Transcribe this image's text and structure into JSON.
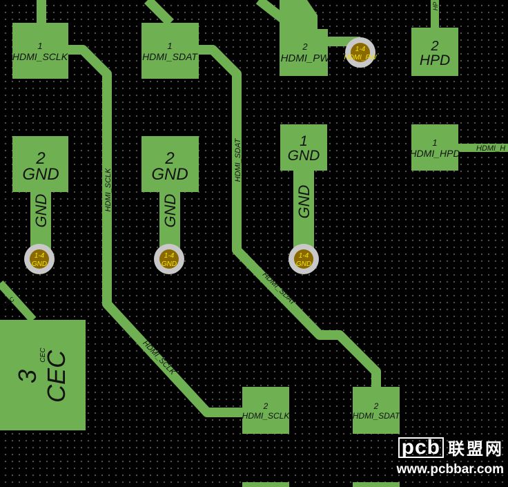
{
  "colors": {
    "background": "#000000",
    "grid_dot": "#5a5a5a",
    "copper": "#6eb052",
    "via_ring": "#c8c8c8",
    "via_hole": "#8a6a00",
    "via_text": "#f2e600",
    "pad_text": "#111111"
  },
  "pads": {
    "sclk1": {
      "num": "1",
      "net": "HDMI_SCLK"
    },
    "sdat1": {
      "num": "1",
      "net": "HDMI_SDAT"
    },
    "pw2": {
      "num": "2",
      "net": "HDMI_PW"
    },
    "hpd2": {
      "num": "2",
      "net": "HPD"
    },
    "gnd_a": {
      "num": "2",
      "net": "GND"
    },
    "gnd_b": {
      "num": "2",
      "net": "GND"
    },
    "gnd_c": {
      "num": "1",
      "net": "GND"
    },
    "hpd1": {
      "num": "1",
      "net": "HDMI_HPD"
    },
    "cec3": {
      "num": "3",
      "net": "CEC",
      "small_net": "CEC"
    },
    "sclk2": {
      "num": "2",
      "net": "HDMI_SCLK"
    },
    "sdat2": {
      "num": "2",
      "net": "HDMI_SDAT"
    }
  },
  "vias": {
    "pw": {
      "layers": "1-4",
      "net": "HDMI_PW"
    },
    "gnd_a": {
      "layers": "1-4",
      "net": "GND"
    },
    "gnd_b": {
      "layers": "1-4",
      "net": "GND"
    },
    "gnd_c": {
      "layers": "1-4",
      "net": "GND"
    }
  },
  "trace_labels": {
    "sclk_vertical": "HDMI_SCLK",
    "sclk_diagonal": "HDMI_SCLK",
    "sdat_vertical": "HDMI_SDAT",
    "sdat_diagonal": "HDMI_SDAT",
    "gnd_a": "GND",
    "gnd_b": "GND",
    "gnd_c": "GND",
    "hpd_right": "HDMI_H",
    "hpd_top": "HP",
    "cec": "CEC"
  },
  "watermark": {
    "brand": "pcb",
    "cn": "联盟网",
    "url": "www.pcbbar.com"
  }
}
